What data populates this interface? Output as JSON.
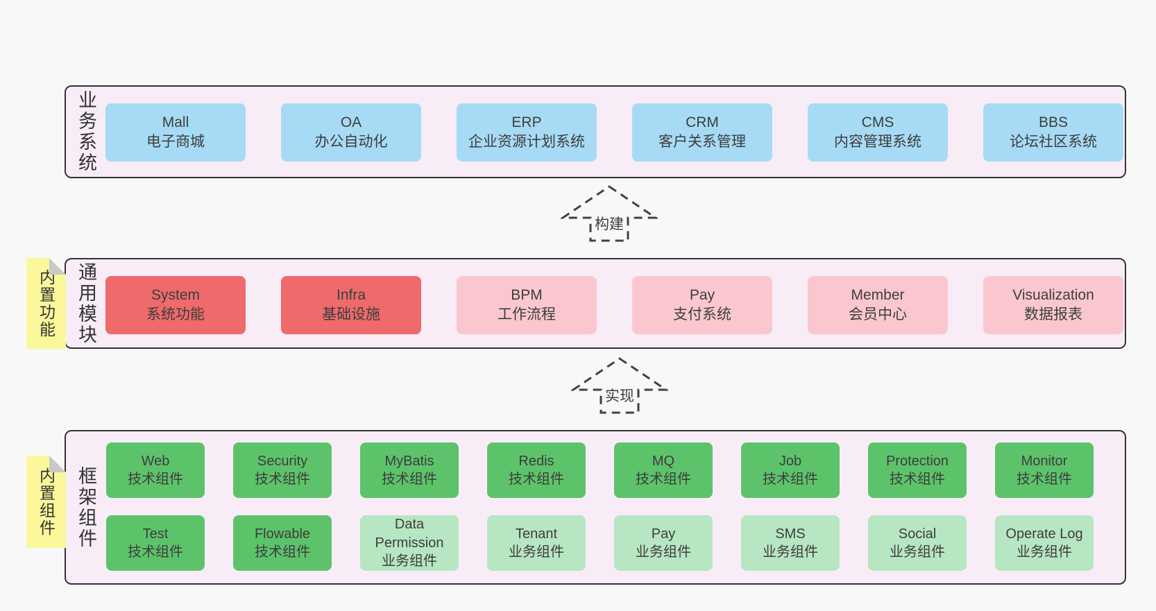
{
  "colors": {
    "page_bg": "#f8f8f8",
    "band_bg": "#f8edf6",
    "band_border": "#333333",
    "blue_box": "#a7dbf5",
    "red_box": "#ee6a6b",
    "pink_box": "#fbc7cf",
    "green_dark_box": "#5dc36b",
    "green_light_box": "#b7e6c2",
    "sticky_note": "#fbf89b",
    "sticky_fold": "#c9c9c9",
    "text": "#3d3d3d"
  },
  "bands": {
    "business": {
      "side_label": "业务系统",
      "boxes": [
        {
          "en": "Mall",
          "zh": "电子商城"
        },
        {
          "en": "OA",
          "zh": "办公自动化"
        },
        {
          "en": "ERP",
          "zh": "企业资源计划系统"
        },
        {
          "en": "CRM",
          "zh": "客户关系管理"
        },
        {
          "en": "CMS",
          "zh": "内容管理系统"
        },
        {
          "en": "BBS",
          "zh": "论坛社区系统"
        }
      ]
    },
    "modules": {
      "side_label": "通用模块",
      "sticky_tab": "内置功能",
      "boxes": [
        {
          "en": "System",
          "zh": "系统功能"
        },
        {
          "en": "Infra",
          "zh": "基础设施"
        },
        {
          "en": "BPM",
          "zh": "工作流程"
        },
        {
          "en": "Pay",
          "zh": "支付系统"
        },
        {
          "en": "Member",
          "zh": "会员中心"
        },
        {
          "en": "Visualization",
          "zh": "数据报表"
        }
      ]
    },
    "framework": {
      "side_label": "框架组件",
      "sticky_tab": "内置组件",
      "row1": [
        {
          "en": "Web",
          "zh": "技术组件"
        },
        {
          "en": "Security",
          "zh": "技术组件"
        },
        {
          "en": "MyBatis",
          "zh": "技术组件"
        },
        {
          "en": "Redis",
          "zh": "技术组件"
        },
        {
          "en": "MQ",
          "zh": "技术组件"
        },
        {
          "en": "Job",
          "zh": "技术组件"
        },
        {
          "en": "Protection",
          "zh": "技术组件"
        },
        {
          "en": "Monitor",
          "zh": "技术组件"
        }
      ],
      "row2": [
        {
          "en": "Test",
          "zh": "技术组件"
        },
        {
          "en": "Flowable",
          "zh": "技术组件"
        },
        {
          "en": "Data Permission",
          "zh": "业务组件"
        },
        {
          "en": "Tenant",
          "zh": "业务组件"
        },
        {
          "en": "Pay",
          "zh": "业务组件"
        },
        {
          "en": "SMS",
          "zh": "业务组件"
        },
        {
          "en": "Social",
          "zh": "业务组件"
        },
        {
          "en": "Operate Log",
          "zh": "业务组件"
        }
      ]
    }
  },
  "arrows": {
    "build": {
      "label": "构建"
    },
    "implement": {
      "label": "实现"
    }
  }
}
